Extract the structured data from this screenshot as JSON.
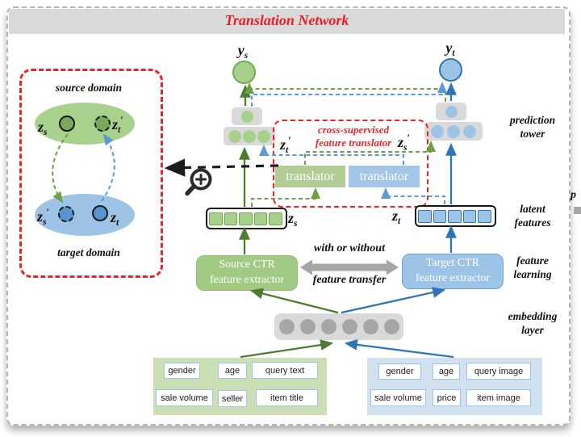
{
  "header": {
    "title": "Translation Network"
  },
  "inset": {
    "source_domain": "source domain",
    "target_domain": "target domain",
    "zs": {
      "base": "z",
      "sub": "s",
      "prime": ""
    },
    "zt_translated": {
      "base": "z",
      "sub": "t",
      "prime": "′"
    },
    "zs_translated": {
      "base": "z",
      "sub": "s",
      "prime": "′"
    },
    "zt": {
      "base": "z",
      "sub": "t",
      "prime": ""
    }
  },
  "prediction": {
    "ys": {
      "base": "y",
      "sub": "s"
    },
    "yt": {
      "base": "y",
      "sub": "t"
    }
  },
  "translator": {
    "caption": [
      "cross-supervised",
      "feature translator"
    ],
    "source_box_label": "translator",
    "target_box_label": "translator",
    "zt_translated": {
      "base": "z",
      "sub": "t",
      "prime": "′"
    },
    "zs_translated": {
      "base": "z",
      "sub": "s",
      "prime": "′"
    }
  },
  "latent": {
    "zs": {
      "base": "z",
      "sub": "s",
      "prime": ""
    },
    "zt": {
      "base": "z",
      "sub": "t",
      "prime": ""
    }
  },
  "feature_learning": {
    "source_extractor": [
      "Source CTR",
      "feature extractor"
    ],
    "target_extractor": [
      "Target CTR",
      "feature extractor"
    ],
    "transfer_note": [
      "with or without",
      "feature transfer"
    ]
  },
  "stage_labels": {
    "prediction_tower": [
      "prediction",
      "tower"
    ],
    "latent_features": [
      "latent",
      "features"
    ],
    "feature_learning": [
      "feature",
      "learning"
    ],
    "embedding_layer": [
      "embedding",
      "layer"
    ]
  },
  "input_features": {
    "source": {
      "row1": [
        "gender",
        "age",
        "query text"
      ],
      "row2": [
        "sale volume",
        "seller",
        "item title"
      ]
    },
    "target": {
      "row1": [
        "gender",
        "age",
        "query image"
      ],
      "row2": [
        "sale volume",
        "price",
        "item image"
      ]
    }
  },
  "edge_fragment": {
    "text": "p"
  },
  "icons": {
    "zoom_in_icon": "magnifier-with-plus"
  },
  "colors": {
    "source_green_fill": "#a8d08d",
    "source_green_line": "#4e7c31",
    "source_green_dashed": "#6fa045",
    "target_blue_fill": "#9dc3e6",
    "target_blue_line": "#2e75b6",
    "target_blue_dashed": "#5b9bd5",
    "red_accent": "#ed1c24",
    "gray_panel": "#d9d9d9",
    "gray_arrow": "#a6a6a6"
  }
}
